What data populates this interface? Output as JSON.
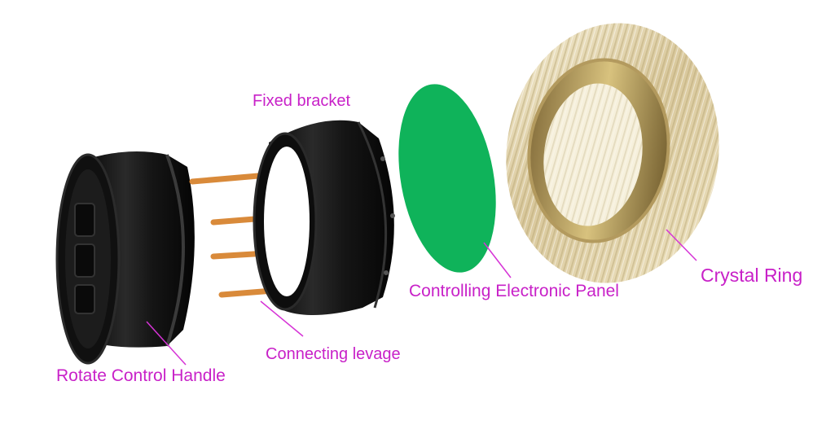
{
  "labels": {
    "fixed_bracket": "Fixed bracket",
    "panel": "Controlling Electronic Panel",
    "crystal_ring": "Crystal Ring",
    "levage": "Connecting levage",
    "handle": "Rotate Control Handle"
  },
  "colors": {
    "label": "#c821c8",
    "leader": "#d633d6",
    "rod": "#d98a3a",
    "panel": "#0fb35a",
    "plastic": "#141414",
    "crystal": "#e3d7b3"
  }
}
